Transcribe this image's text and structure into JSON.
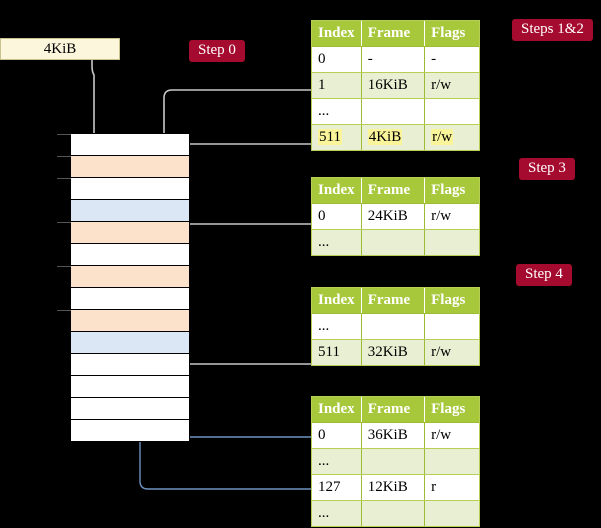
{
  "diagram": {
    "title_hidden": "",
    "background_color": "#000000",
    "accent_green": "#A8C83C",
    "badge_color": "#A50B2E",
    "highlight_yellow": "#FAF59A",
    "row_orange": "#FCE2CA",
    "row_blue": "#DCE7F6"
  },
  "virtual_address": {
    "label": "4KiB"
  },
  "badges": [
    {
      "name": "step-0",
      "label": "Step 0"
    },
    {
      "name": "steps-1-2",
      "label": "Steps 1&2"
    },
    {
      "name": "step-3",
      "label": "Step 3"
    },
    {
      "name": "step-4",
      "label": "Step 4"
    }
  ],
  "tables": [
    {
      "name": "page-table-level-0",
      "headers": [
        "Index",
        "Frame",
        "Flags"
      ],
      "rows": [
        {
          "cells": [
            "0",
            "-",
            "-"
          ],
          "shaded": false,
          "highlight": false
        },
        {
          "cells": [
            "1",
            "16KiB",
            "r/w"
          ],
          "shaded": true,
          "highlight": false
        },
        {
          "cells": [
            "...",
            "",
            ""
          ],
          "shaded": false,
          "highlight": false
        },
        {
          "cells": [
            "511",
            "4KiB",
            "r/w"
          ],
          "shaded": true,
          "highlight": true
        }
      ]
    },
    {
      "name": "page-table-level-1",
      "headers": [
        "Index",
        "Frame",
        "Flags"
      ],
      "rows": [
        {
          "cells": [
            "0",
            "24KiB",
            "r/w"
          ],
          "shaded": false,
          "highlight": false
        },
        {
          "cells": [
            "...",
            "",
            ""
          ],
          "shaded": true,
          "highlight": false
        }
      ]
    },
    {
      "name": "page-table-level-2",
      "headers": [
        "Index",
        "Frame",
        "Flags"
      ],
      "rows": [
        {
          "cells": [
            "...",
            "",
            ""
          ],
          "shaded": false,
          "highlight": false
        },
        {
          "cells": [
            "511",
            "32KiB",
            "r/w"
          ],
          "shaded": true,
          "highlight": false
        }
      ]
    },
    {
      "name": "page-table-level-3",
      "headers": [
        "Index",
        "Frame",
        "Flags"
      ],
      "rows": [
        {
          "cells": [
            "0",
            "36KiB",
            "r/w"
          ],
          "shaded": false,
          "highlight": false
        },
        {
          "cells": [
            "...",
            "",
            ""
          ],
          "shaded": true,
          "highlight": false
        },
        {
          "cells": [
            "127",
            "12KiB",
            "r"
          ],
          "shaded": false,
          "highlight": false
        },
        {
          "cells": [
            "...",
            "",
            ""
          ],
          "shaded": true,
          "highlight": false
        }
      ]
    }
  ],
  "memory_column": {
    "name": "physical-memory-column",
    "rows": [
      {
        "fill": "white",
        "tick": true
      },
      {
        "fill": "orange",
        "tick": true
      },
      {
        "fill": "white",
        "tick": true
      },
      {
        "fill": "blue",
        "tick": false
      },
      {
        "fill": "orange",
        "tick": true
      },
      {
        "fill": "white",
        "tick": false
      },
      {
        "fill": "orange",
        "tick": true
      },
      {
        "fill": "white",
        "tick": false
      },
      {
        "fill": "orange",
        "tick": true
      },
      {
        "fill": "blue",
        "tick": false
      },
      {
        "fill": "white",
        "tick": false
      },
      {
        "fill": "white",
        "tick": false
      },
      {
        "fill": "white",
        "tick": false
      },
      {
        "fill": "white",
        "tick": false
      }
    ]
  }
}
